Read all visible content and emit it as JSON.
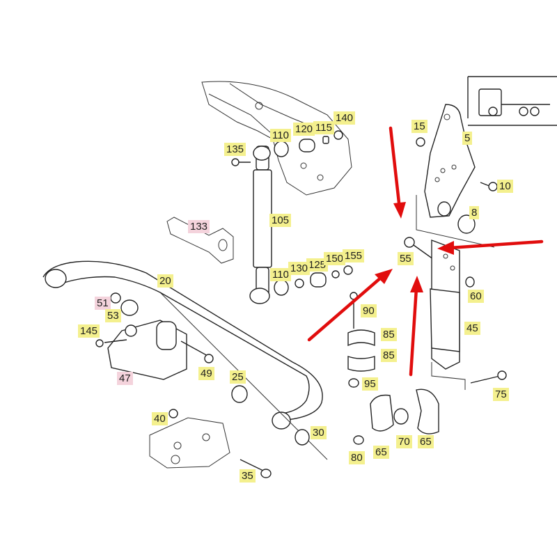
{
  "callouts": [
    {
      "id": "c5",
      "text": "5",
      "style": "yellow"
    },
    {
      "id": "c8",
      "text": "8",
      "style": "yellow"
    },
    {
      "id": "c10",
      "text": "10",
      "style": "yellow"
    },
    {
      "id": "c15",
      "text": "15",
      "style": "yellow"
    },
    {
      "id": "c20",
      "text": "20",
      "style": "yellow"
    },
    {
      "id": "c25",
      "text": "25",
      "style": "yellow"
    },
    {
      "id": "c30",
      "text": "30",
      "style": "yellow"
    },
    {
      "id": "c35",
      "text": "35",
      "style": "yellow"
    },
    {
      "id": "c40",
      "text": "40",
      "style": "yellow"
    },
    {
      "id": "c45",
      "text": "45",
      "style": "yellow"
    },
    {
      "id": "c47",
      "text": "47",
      "style": "pink"
    },
    {
      "id": "c49",
      "text": "49",
      "style": "yellow"
    },
    {
      "id": "c51",
      "text": "51",
      "style": "pink"
    },
    {
      "id": "c53",
      "text": "53",
      "style": "yellow"
    },
    {
      "id": "c55",
      "text": "55",
      "style": "yellow"
    },
    {
      "id": "c60",
      "text": "60",
      "style": "yellow"
    },
    {
      "id": "c65a",
      "text": "65",
      "style": "yellow"
    },
    {
      "id": "c65b",
      "text": "65",
      "style": "yellow"
    },
    {
      "id": "c70",
      "text": "70",
      "style": "yellow"
    },
    {
      "id": "c75",
      "text": "75",
      "style": "yellow"
    },
    {
      "id": "c80",
      "text": "80",
      "style": "yellow"
    },
    {
      "id": "c85a",
      "text": "85",
      "style": "yellow"
    },
    {
      "id": "c85b",
      "text": "85",
      "style": "yellow"
    },
    {
      "id": "c90",
      "text": "90",
      "style": "yellow"
    },
    {
      "id": "c95",
      "text": "95",
      "style": "yellow"
    },
    {
      "id": "c105",
      "text": "105",
      "style": "yellow"
    },
    {
      "id": "c110a",
      "text": "110",
      "style": "yellow"
    },
    {
      "id": "c110b",
      "text": "110",
      "style": "yellow"
    },
    {
      "id": "c115",
      "text": "115",
      "style": "yellow"
    },
    {
      "id": "c120",
      "text": "120",
      "style": "yellow"
    },
    {
      "id": "c125",
      "text": "125",
      "style": "yellow"
    },
    {
      "id": "c130",
      "text": "130",
      "style": "yellow"
    },
    {
      "id": "c133",
      "text": "133",
      "style": "pink"
    },
    {
      "id": "c135",
      "text": "135",
      "style": "yellow"
    },
    {
      "id": "c140",
      "text": "140",
      "style": "yellow"
    },
    {
      "id": "c145",
      "text": "145",
      "style": "yellow"
    },
    {
      "id": "c150",
      "text": "150",
      "style": "yellow"
    },
    {
      "id": "c155",
      "text": "155",
      "style": "yellow"
    }
  ],
  "colors": {
    "label_yellow": "#f4f08e",
    "label_pink": "#f4d3dc",
    "arrow_red": "#e10d0d",
    "line": "#222222"
  }
}
